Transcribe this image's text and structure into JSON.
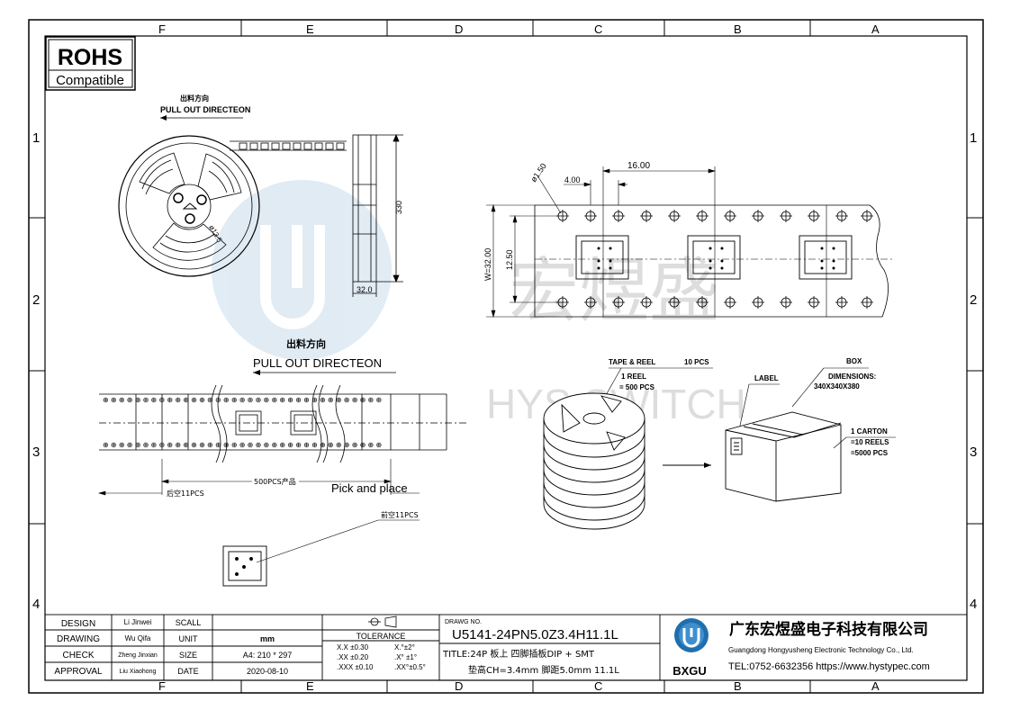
{
  "sheet": {
    "columns": [
      "F",
      "E",
      "D",
      "C",
      "B",
      "A"
    ],
    "rows": [
      "1",
      "2",
      "3",
      "4"
    ]
  },
  "rohs": {
    "title": "ROHS",
    "subtitle": "Compatible"
  },
  "reel_view": {
    "label_cn": "出料方向",
    "label_en": "PULL OUT DIRECTEON",
    "hub_dim": "ø13.5",
    "height_dim": "330",
    "width_dim": "32.0"
  },
  "tape_view": {
    "pitch_dim": "16.00",
    "hole_dim": "ø1.50",
    "hole_pitch_dim": "4.00",
    "width_dim": "W=32.00",
    "center_dim": "12.50"
  },
  "strip_view": {
    "label_cn": "出料方向",
    "label_en": "PULL OUT DIRECTEON",
    "leader_empty": "后空11PCS",
    "count_label": "500PCS产品",
    "pick_label": "Pick and place",
    "trailer_empty": "前空11PCS"
  },
  "packing": {
    "tape_reel": "TAPE & REEL",
    "reel_count": "10 PCS",
    "reel_line1": "1 REEL",
    "reel_line2": "= 500 PCS",
    "box": "BOX",
    "dims_line1": "DIMENSIONS:",
    "dims_line2": "340X340X380",
    "label": "LABEL",
    "carton_line1": "1 CARTON",
    "carton_line2": "=10 REELS",
    "carton_line3": "=5000 PCS"
  },
  "watermark": {
    "cn": "宏煜盛",
    "en": "HYS SWITCH"
  },
  "title_block": {
    "roles": [
      "DESIGN",
      "DRAWING",
      "CHECK",
      "APPROVAL"
    ],
    "names": [
      "Li Jinwei",
      "Wu Qifa",
      "Zheng Jinxian",
      "Liu Xiaohong"
    ],
    "fields": [
      "SCALL",
      "UNIT",
      "SIZE",
      "DATE"
    ],
    "values": [
      "",
      "mm",
      "A4: 210 * 297",
      "2020-08-10"
    ],
    "tolerance_header": "TOLERANCE",
    "tol_left": [
      "X.X  ±0.30",
      ".XX  ±0.20",
      ".XXX  ±0.10"
    ],
    "tol_right": [
      "X.°±2°",
      ".X° ±1°",
      ".XX°±0.5°"
    ],
    "drawing_no_label": "DRAWG NO.",
    "drawing_no": "U5141-24PN5.0Z3.4H11.1L",
    "title_line1": "TITLE:24P 板上 四脚插板DIP + SMT",
    "title_line2": "垫高CH=3.4mm 脚距5.0mm 11.1L",
    "company_cn": "广东宏煜盛电子科技有限公司",
    "company_en": "Guangdong Hongyusheng Electronic Technology Co., Ltd.",
    "contact": "TEL:0752-6632356  https://www.hystypec.com",
    "logo_text": "BXGU"
  }
}
